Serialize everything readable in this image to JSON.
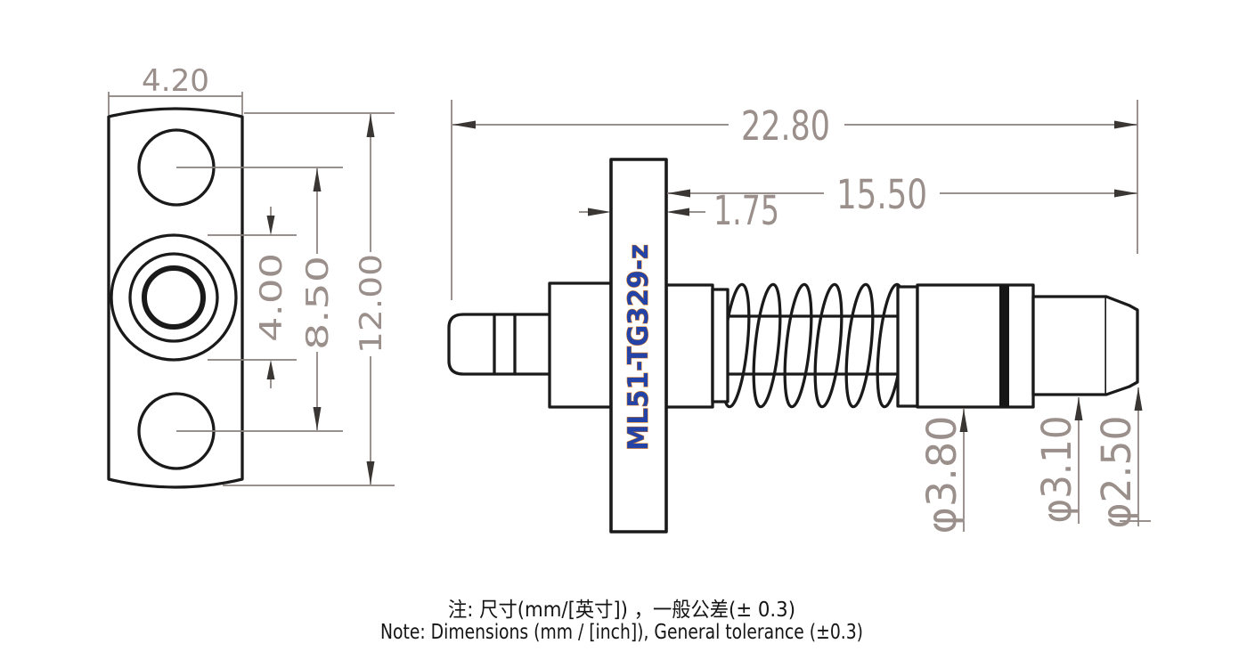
{
  "drawing": {
    "product_label": "ML51-TG329-z",
    "front_view": {
      "width_dim": "4.20",
      "center_boss_diameter_dim": "4.00",
      "hole_spacing_dim": "8.50",
      "height_dim": "12.00"
    },
    "side_view": {
      "overall_length_dim": "22.80",
      "front_length_dim": "15.50",
      "flange_thickness_dim": "1.75",
      "body_diameter_dim": "φ3.80",
      "tip_section_diameter_dim": "φ3.10",
      "tip_end_diameter_dim": "φ2.50"
    },
    "notes": {
      "line1_zh": "注: 尺寸(mm/[英寸]) ，一般公差(± 0.3)",
      "line2_en": "Note: Dimensions (mm / [inch]), General tolerance (±0.3)"
    },
    "colors": {
      "outline_black": "#1a1a1a",
      "dimension_line_gray": "#8a807c",
      "dimension_text_gray": "#9a8f8a",
      "arrow_dark": "#3a3633",
      "label_blue": "#2443a6",
      "label_fringe_orange": "#e8831f"
    }
  }
}
